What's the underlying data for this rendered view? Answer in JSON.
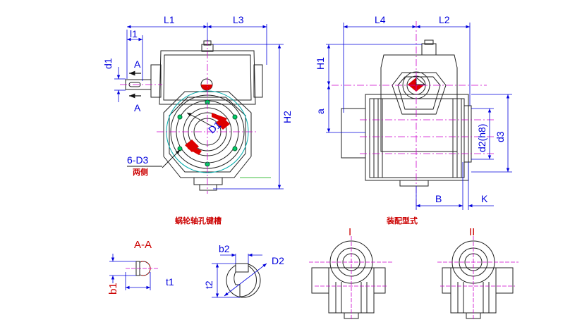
{
  "colors": {
    "outline": "#222222",
    "dimension": "#0000dd",
    "center": "#cc00cc",
    "key": "#dd0000",
    "hole": "#00aa00",
    "ring": "#00aaaa"
  },
  "front_view": {
    "dims": {
      "L1": "L1",
      "L3": "L3",
      "l1": "l1",
      "d1": "d1",
      "A_top": "A",
      "A_bottom": "A",
      "H2": "H2",
      "D1": "D1",
      "holes": "6-D3",
      "both_sides": "两侧"
    },
    "caption": "蜗轮轴孔键槽"
  },
  "side_view": {
    "dims": {
      "L4": "L4",
      "L2": "L2",
      "H1": "H1",
      "a": "a",
      "d2": "d2(h8)",
      "d3": "d3",
      "B": "B",
      "K": "K"
    },
    "caption": "装配型式"
  },
  "section_aa": {
    "title": "A-A",
    "b1": "b1",
    "t1": "t1"
  },
  "keyway_detail": {
    "b2": "b2",
    "t2": "t2",
    "D2": "D2"
  },
  "assembly_types": {
    "type1": "I",
    "type2": "II"
  }
}
